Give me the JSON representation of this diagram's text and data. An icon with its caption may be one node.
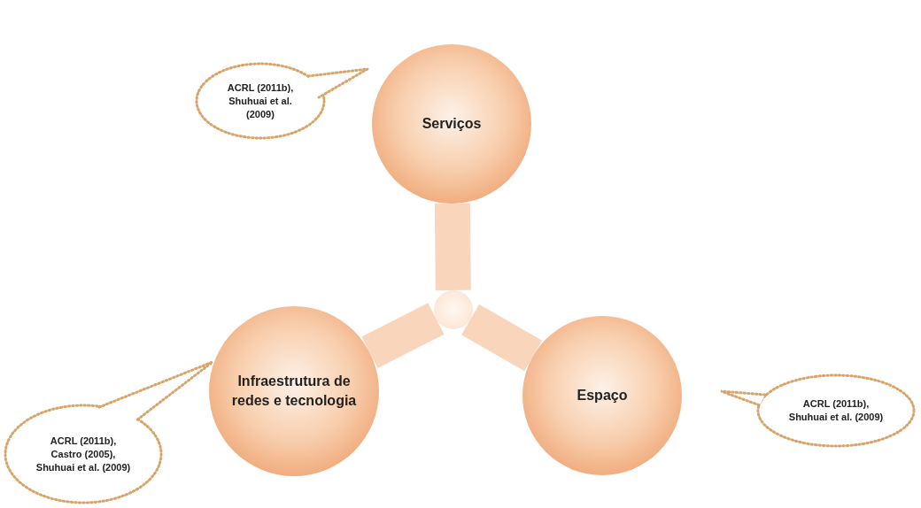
{
  "diagram": {
    "nodes": [
      {
        "text": [
          "Serviços"
        ]
      },
      {
        "text": [
          "Infraestrutura de redes e tecnologia"
        ]
      },
      {
        "text": [
          "Espaço"
        ]
      },
      {
        "text": [],
        "shape": "circle"
      },
      {
        "text": [
          "ACRL (2011b), Shuhuai et al. (2009)"
        ]
      },
      {
        "text": [
          "ACRL (2011b), Castro (2005), Shuhuai et al. (2009)"
        ]
      },
      {
        "text": [
          "ACRL (2011b), Shuhuai et al. (2009)"
        ]
      }
    ],
    "edges": [
      {
        "from": 3,
        "to": 0,
        "arrow": "none"
      },
      {
        "from": 3,
        "to": 1,
        "arrow": "none"
      },
      {
        "from": 3,
        "to": 2,
        "arrow": "none"
      }
    ]
  }
}
